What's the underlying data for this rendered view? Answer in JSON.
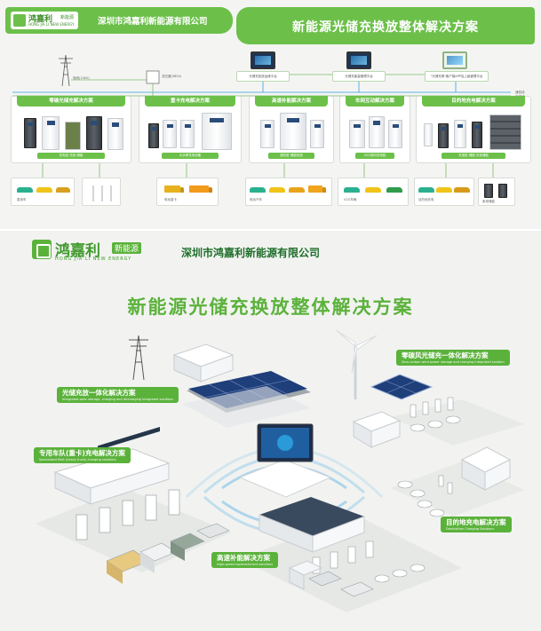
{
  "top": {
    "logo": {
      "cn": "鸿嘉利",
      "tag": "新能源",
      "en": "HONG JIA LI NEW ENERGY"
    },
    "company": "深圳市鸿嘉利新能源有限公司",
    "title": "新能源光储充换放整体解决方案",
    "grid_labels": {
      "grid": "电网(10kV)",
      "transformer": "变压器(380V)",
      "cloud": "云平台",
      "comm_line": "通信线",
      "ac_line": "交流线"
    },
    "platforms": [
      "光储充检放运维平台",
      "光储充能量管理平台",
      "\"光储充换\"客户端APP及上级管理平台"
    ],
    "solutions": [
      {
        "title": "零碳光储充解决方案",
        "footer": "充电站·光伏·储能"
      },
      {
        "title": "重卡充电解决方案",
        "footer": "大功率充电设备"
      },
      {
        "title": "高速补能解决方案",
        "footer": "超充桩·储能系统"
      },
      {
        "title": "车网互动解决方案",
        "footer": "V2G双向充电桩"
      },
      {
        "title": "目的地充电解决方案",
        "footer": "充电桩·储能·光伏储能"
      }
    ],
    "app_labels": [
      "乘用车",
      "电动重卡",
      "电动汽车",
      "V2G车辆",
      "目的地充电",
      "家用储能"
    ]
  },
  "bottom": {
    "logo": {
      "cn": "鸿嘉利",
      "tag": "新能源",
      "en": "HONG JIA LI NEW ENERGY"
    },
    "company": "深圳市鸿嘉利新能源有限公司",
    "title": "新能源光储充换放整体解决方案",
    "labels": {
      "pv_storage": {
        "zh": "光储充放一体化解决方案",
        "en": "Integrated solar storage, charging and discharging integrated solutions"
      },
      "zero_carbon": {
        "zh": "零碳风光储充一体化解决方案",
        "en": "Zero-carbon wind power storage and charging integrated solution"
      },
      "fleet": {
        "zh": "专用车队(重卡)充电解决方案",
        "en": "Specialized fleet (heavy truck) charging solutions"
      },
      "destination": {
        "zh": "目的地充电解决方案",
        "en": "Destination Charging Solutions"
      },
      "highway": {
        "zh": "高速补能解决方案",
        "en": "High-speed replenishment solutions"
      }
    }
  },
  "colors": {
    "brand_green": "#5bb23b",
    "header_green": "#6cc04a",
    "signal_blue": "#2f9ee0"
  }
}
